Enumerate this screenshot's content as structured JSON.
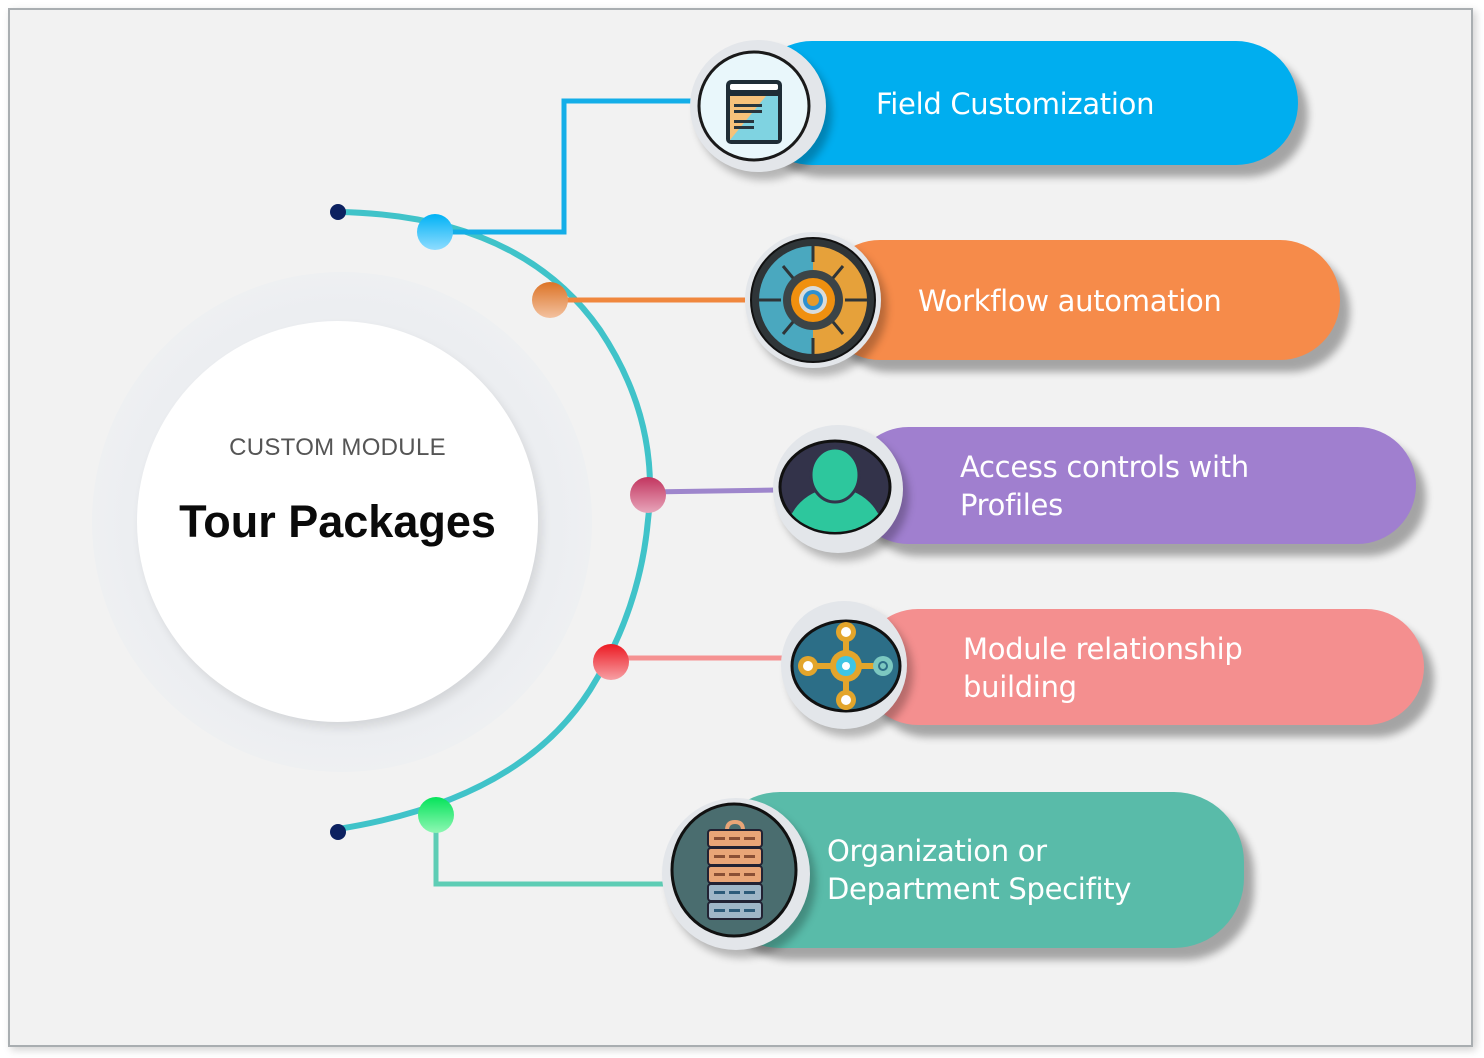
{
  "hub": {
    "subtitle": "CUSTOM MODULE",
    "title": "Tour Packages"
  },
  "features": [
    {
      "label": "Field Customization",
      "icon": "form-window-icon",
      "color": "#00aeef",
      "node_color": "#29b6f6",
      "line_color": "#14aee8"
    },
    {
      "label": "Workflow automation",
      "icon": "gear-dial-icon",
      "color": "#f68b4a",
      "node_color": "#e07b32",
      "line_color": "#f0873e"
    },
    {
      "label": "Access controls with Profiles",
      "icon": "user-profile-icon",
      "color": "#a07fcf",
      "node_color": "#c8416a",
      "line_color": "#9e86cc"
    },
    {
      "label": "Module relationship building",
      "icon": "network-nodes-icon",
      "color": "#f48f8f",
      "node_color": "#ee2028",
      "line_color": "#f59292"
    },
    {
      "label": "Organization or Department Specifity",
      "icon": "organization-stack-icon",
      "color": "#59bba9",
      "node_color": "#22e86a",
      "line_color": "#5ecdb5"
    }
  ],
  "arc": {
    "color": "#40c3c9",
    "endpoint_color": "#0c2160"
  }
}
